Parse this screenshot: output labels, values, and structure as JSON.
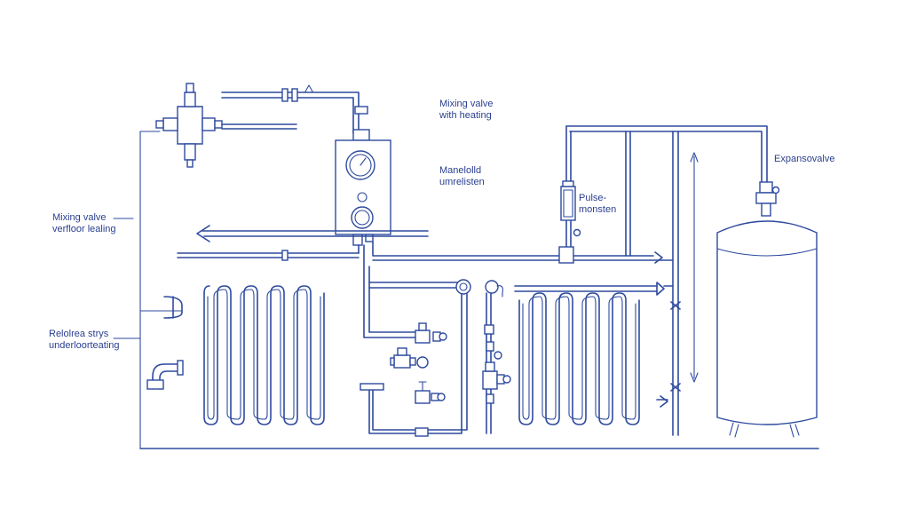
{
  "labels": {
    "mixing_valve_heating_1": "Mixing valve",
    "mixing_valve_heating_2": "with heating",
    "manifold_1": "Manelolld",
    "manifold_2": "umrelisten",
    "pulse_1": "Pulse-",
    "pulse_2": "monsten",
    "expansion_valve": "Expansovalve",
    "mixing_valve_floor_1": "Mixing valve",
    "mixing_valve_floor_2": "verfloor lealing",
    "related_systems_1": "Relolrea strys",
    "related_systems_2": "underloorteating"
  },
  "colors": {
    "line": "#2e4a9e",
    "text": "#2a3f8f",
    "background": "#ffffff"
  }
}
